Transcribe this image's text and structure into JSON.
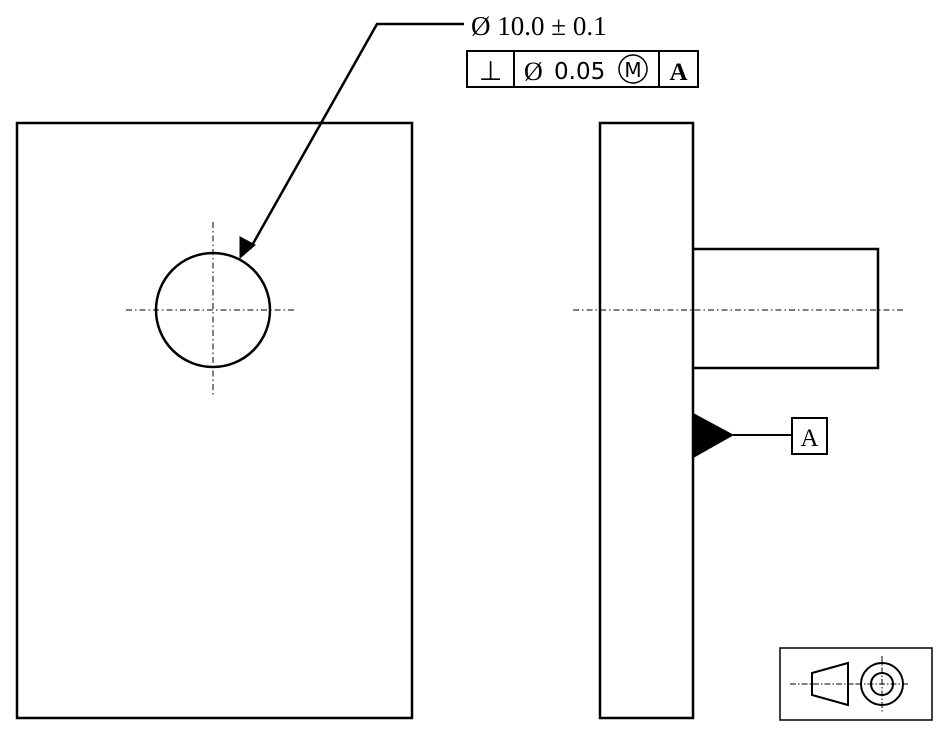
{
  "colors": {
    "ink": "#000000",
    "paper": "#ffffff"
  },
  "annotation": {
    "size_callout": "Ø 10.0 ± 0.1",
    "feature_control_frame": {
      "symbol": "⊥",
      "tolerance_prefix": "Ø",
      "tolerance_value": "0.05",
      "modifier": "M",
      "datum": "A"
    }
  },
  "datum_label": "A",
  "projection_symbol": {
    "icon": "first-angle-projection-icon"
  }
}
